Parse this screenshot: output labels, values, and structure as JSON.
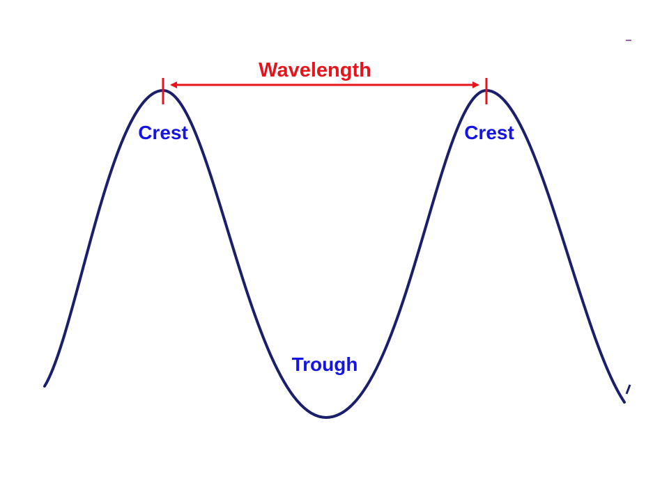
{
  "labels": {
    "wavelength": "Wavelength",
    "crest_left": "Crest",
    "crest_right": "Crest",
    "trough": "Trough"
  },
  "colors": {
    "wave": "#1a1f6b",
    "wavelength": "#e8141c",
    "crest_trough": "#1414e6"
  }
}
